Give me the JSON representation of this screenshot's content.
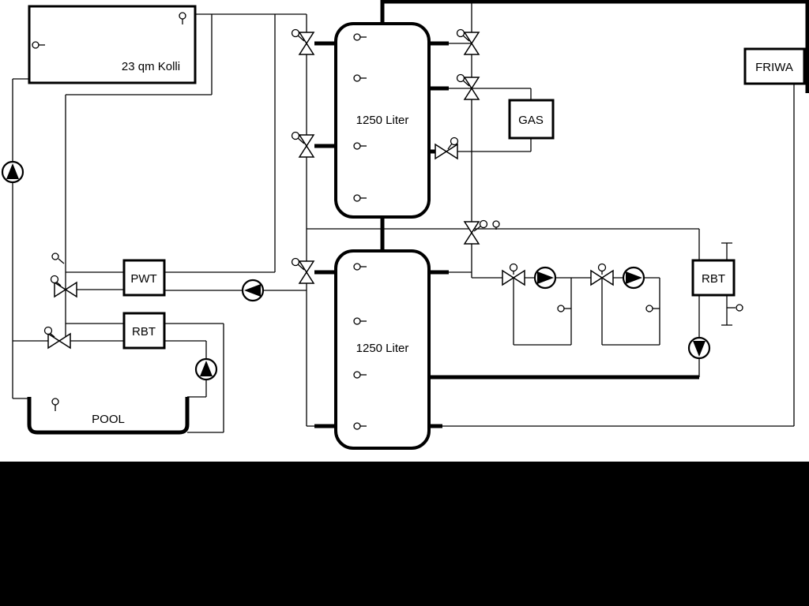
{
  "diagram": {
    "collector": {
      "label": "23 qm Kolli"
    },
    "buffer_tank_top": {
      "label": "1250 Liter"
    },
    "buffer_tank_bottom": {
      "label": "1250 Liter"
    },
    "gas_boiler": {
      "label": "GAS"
    },
    "friwa_station": {
      "label": "FRIWA"
    },
    "pwt_exchanger": {
      "label": "PWT"
    },
    "rbt_left": {
      "label": "RBT"
    },
    "rbt_right": {
      "label": "RBT"
    },
    "pool": {
      "label": "POOL"
    },
    "colors": {
      "line_color": "#000000",
      "canvas_background": "#ffffff",
      "letterbox": "#000000"
    },
    "symbols": {
      "valve_icon": "bowtie-valve",
      "pump_icon": "circle-with-triangle",
      "sensor_icon": "lollipop-sensor"
    }
  }
}
